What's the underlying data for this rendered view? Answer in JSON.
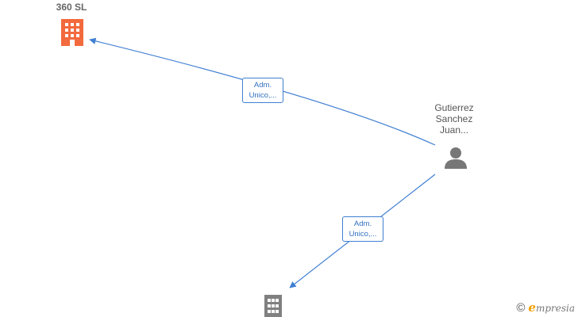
{
  "nodes": {
    "company_top": {
      "name": "360  SL",
      "color": "#f26a3d"
    },
    "person": {
      "name_lines": [
        "Gutierrez",
        "Sanchez",
        "Juan..."
      ],
      "color": "#777777"
    },
    "company_bottom": {
      "name": "",
      "color": "#808080"
    }
  },
  "edges": [
    {
      "label_lines": [
        "Adm.",
        "Unico,..."
      ],
      "color": "#3f7fd1"
    },
    {
      "label_lines": [
        "Adm.",
        "Unico,..."
      ],
      "color": "#3f7fd1"
    }
  ],
  "watermark": {
    "copyright_symbol": "©",
    "brand_initial": "e",
    "brand_rest": "mpresia",
    "accent_color": "#f0a000"
  }
}
